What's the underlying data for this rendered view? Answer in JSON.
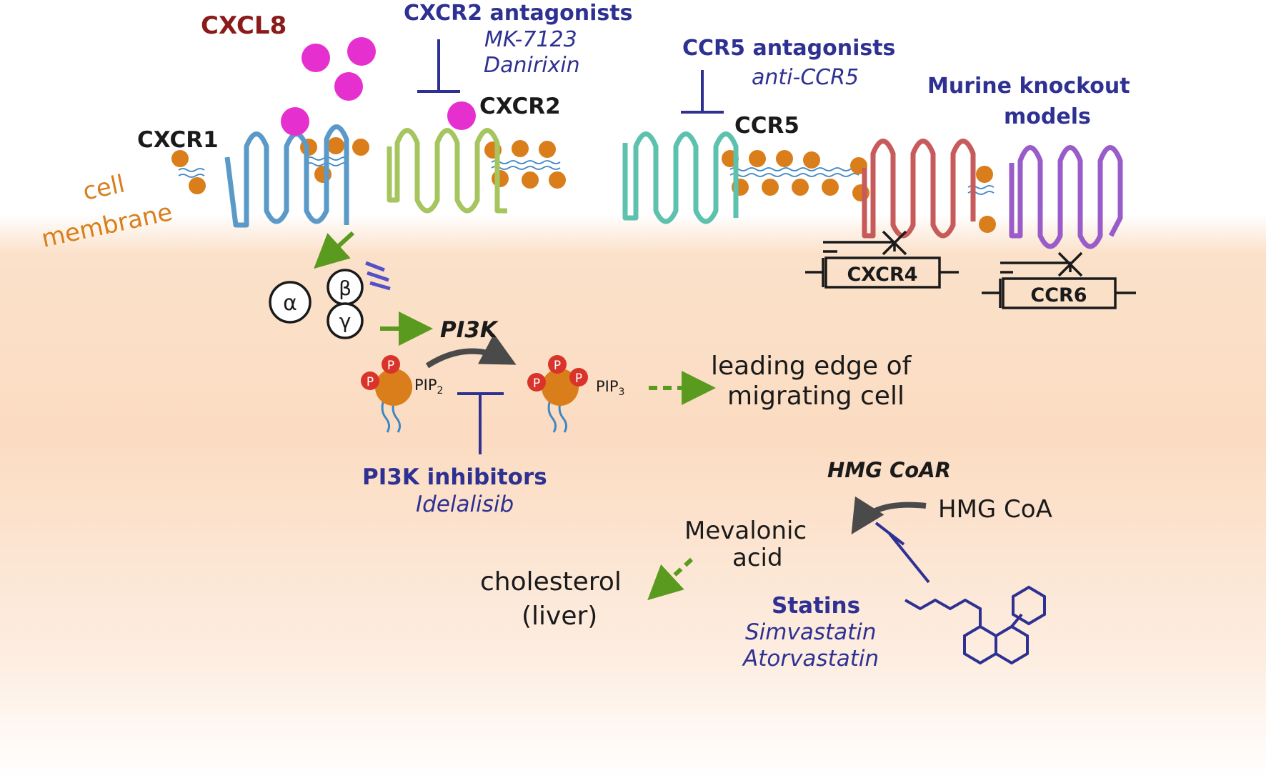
{
  "ligand": {
    "name": "CXCL8",
    "color": "#8b1a1a",
    "particle_color": "#e62fcf"
  },
  "membrane_label": [
    "cell",
    "membrane"
  ],
  "receptors": {
    "cxcr1": "CXCR1",
    "cxcr2": "CXCR2",
    "ccr5": "CCR5",
    "cxcr4": "CXCR4",
    "ccr6": "CCR6"
  },
  "antagonists": {
    "cxcr2": {
      "title": "CXCR2 antagonists",
      "drugs": [
        "MK-7123",
        "Danirixin"
      ]
    },
    "ccr5": {
      "title": "CCR5 antagonists",
      "drugs": [
        "anti-CCR5"
      ]
    }
  },
  "knockout": {
    "title": [
      "Murine knockout",
      "models"
    ]
  },
  "gprotein": {
    "alpha": "α",
    "beta": "β",
    "gamma": "γ"
  },
  "pi3k": {
    "enzyme": "PI3K",
    "substrate": "PIP",
    "substrate_sub": "2",
    "product": "PIP",
    "product_sub": "3",
    "phosphate": "P",
    "outcome": [
      "leading edge of",
      "migrating cell"
    ],
    "inhibitor_title": "PI3K inhibitors",
    "inhibitor_drugs": [
      "Idelalisib"
    ]
  },
  "mevalonate": {
    "enzyme": "HMG CoAR",
    "substrate": "HMG CoA",
    "product": [
      "Mevalonic",
      "acid"
    ],
    "outcome": [
      "cholesterol",
      "(liver)"
    ],
    "inhibitor_title": "Statins",
    "inhibitor_drugs": [
      "Simvastatin",
      "Atorvastatin"
    ]
  },
  "colors": {
    "inhibitor_blue": "#2e3192",
    "arrow_green": "#5a9a1e",
    "membrane_orange": "#d97e1a",
    "cxcr1": "#5b9ac8",
    "cxcr2": "#a6c55e",
    "ccr5": "#5cc2ae",
    "cxcr4": "#c75a5a",
    "ccr6": "#9a5cc8",
    "cytoplasm": "#fbdcc2"
  }
}
